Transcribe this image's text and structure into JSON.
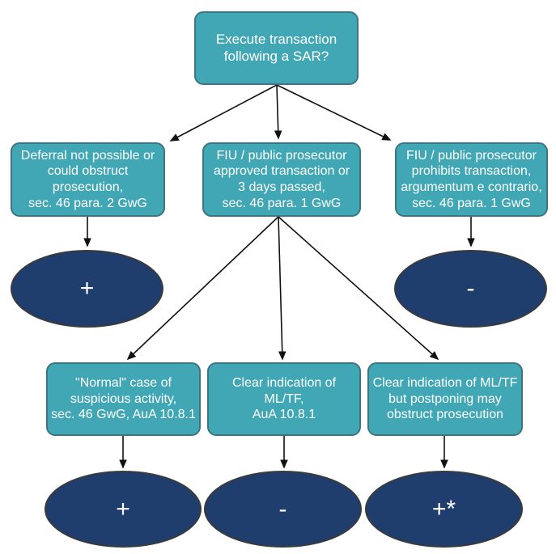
{
  "colors": {
    "box_fill": "#41a7b5",
    "box_border": "#3e7582",
    "ellipse_fill": "#1f3e6e",
    "ellipse_border": "#3a3a3a",
    "arrow": "#111111",
    "text": "#ffffff",
    "background": "#ffffff"
  },
  "flowchart": {
    "root": {
      "label": "Execute transaction\nfollowing a SAR?"
    },
    "level2": [
      {
        "label": "Deferral not possible or\ncould obstruct\nprosecution,\nsec. 46 para. 2 GwG"
      },
      {
        "label": "FIU / public prosecutor\napproved transaction or\n3 days passed,\nsec. 46 para. 1 GwG"
      },
      {
        "label": "FIU / public prosecutor\nprohibits transaction,\nargumentum e contrario,\nsec. 46 para. 1 GwG"
      }
    ],
    "level3_results": [
      {
        "label": "+"
      },
      {
        "label": "-"
      }
    ],
    "level4": [
      {
        "label": "\"Normal\" case of\nsuspicious activity,\nsec. 46 GwG, AuA 10.8.1"
      },
      {
        "label": "Clear indication of\nML/TF,\nAuA 10.8.1"
      },
      {
        "label": "Clear indication of ML/TF\nbut postponing may\nobstruct prosecution"
      }
    ],
    "level5_results": [
      {
        "label": "+"
      },
      {
        "label": "-"
      },
      {
        "label": "+*"
      }
    ]
  }
}
